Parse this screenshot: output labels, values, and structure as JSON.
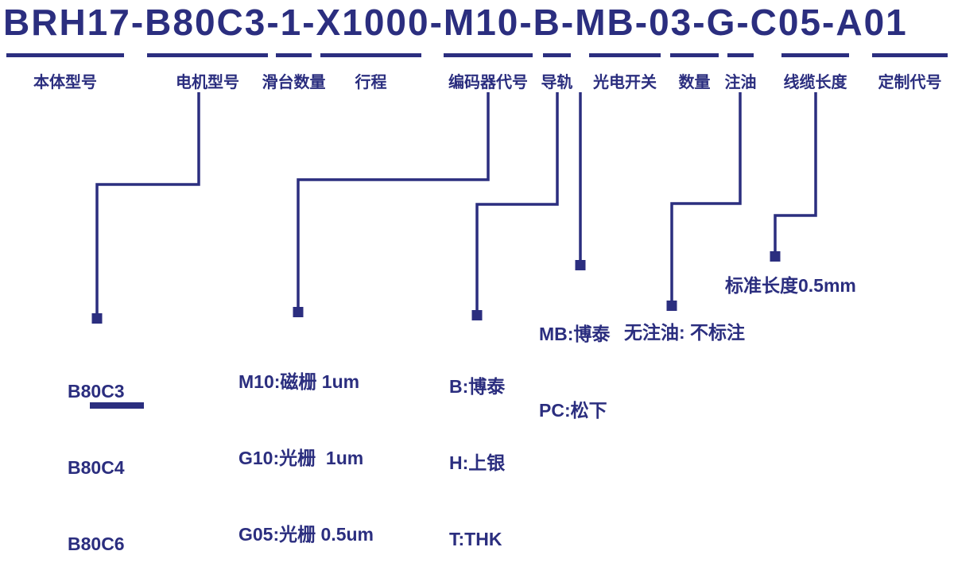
{
  "colors": {
    "ink": "#2b2e7f",
    "background": "#ffffff"
  },
  "title": "BRH17-B80C3-1-X1000-M10-B-MB-03-G-C05-A01",
  "fields": [
    {
      "code": "BRH17",
      "label": "本体型号"
    },
    {
      "code": "B80C3",
      "label": "电机型号"
    },
    {
      "code": "1",
      "label": "滑台数量"
    },
    {
      "code": "X1000",
      "label": "行程"
    },
    {
      "code": "M10",
      "label": "编码器代号"
    },
    {
      "code": "B",
      "label": "导轨"
    },
    {
      "code": "MB",
      "label": "光电开关"
    },
    {
      "code": "03",
      "label": "数量"
    },
    {
      "code": "G",
      "label": "注油"
    },
    {
      "code": "C05",
      "label": "线缆长度"
    },
    {
      "code": "A01",
      "label": "定制代号"
    }
  ],
  "legends": {
    "motor_options": [
      "B80C3",
      "B80C4",
      "B80C6"
    ],
    "encoder_options": [
      "M10:磁栅 1um",
      "G10:光栅  1um",
      "G05:光栅 0.5um"
    ],
    "rail_options": [
      "B:博泰",
      "H:上银",
      "T:THK"
    ],
    "switch_options": [
      "MB:博泰",
      "PC:松下"
    ],
    "oil_note": "无注油: 不标注",
    "cable_note": "标准长度0.5mm"
  }
}
